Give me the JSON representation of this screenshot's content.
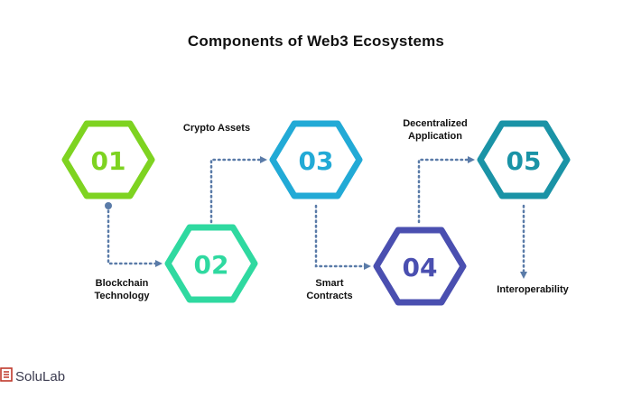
{
  "title": "Components of Web3 Ecosystems",
  "steps": [
    {
      "number": "01",
      "label_line1": "",
      "label_line2": "",
      "color": "#7ED321"
    },
    {
      "number": "02",
      "label_line1": "Blockchain",
      "label_line2": "Technology",
      "color": "#2FD9A0"
    },
    {
      "number": "03",
      "label_line1": "Crypto Assets",
      "label_line2": "",
      "color": "#22AAD6"
    },
    {
      "number": "04",
      "label_line1": "Smart",
      "label_line2": "Contracts",
      "color": "#4A4FB0"
    },
    {
      "number": "05",
      "label_line1": "Decentralized",
      "label_line2": "Application",
      "color": "#1A93A6"
    }
  ],
  "final_label": "Interoperability",
  "connector_color": "#5A7BA8",
  "logo": {
    "text": "SoluLab",
    "icon": "solulab-logo-icon",
    "color": "#C0392B"
  }
}
